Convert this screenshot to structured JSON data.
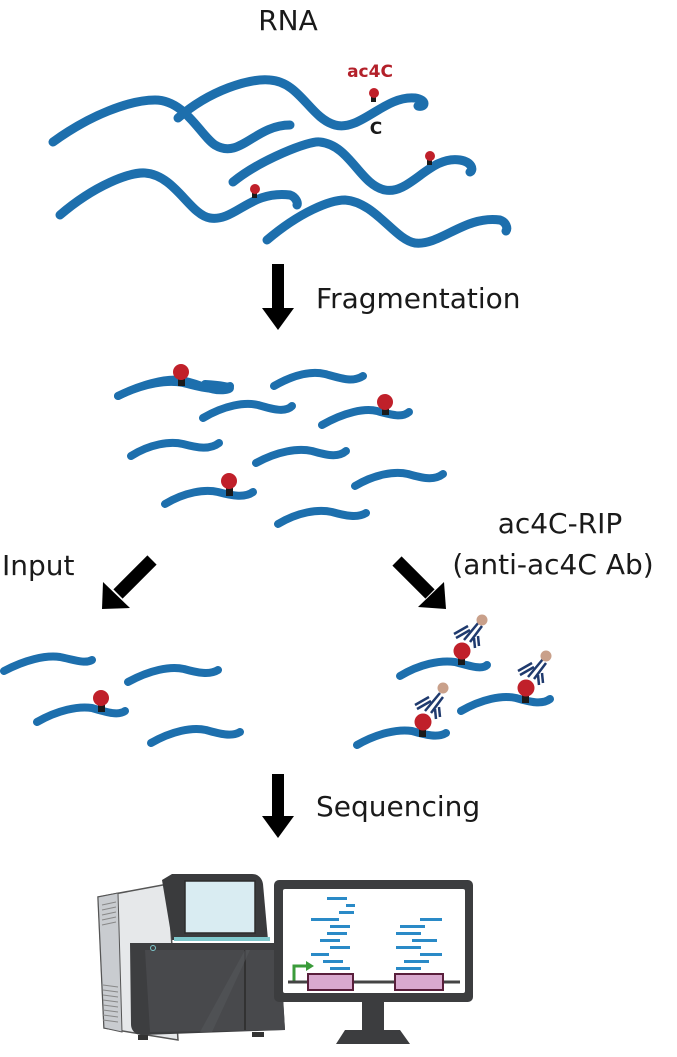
{
  "title": "RNA",
  "labels": {
    "ac4c": "ac4C",
    "c": "C",
    "fragmentation": "Fragmentation",
    "input": "Input",
    "rip_line1": "ac4C-RIP",
    "rip_line2": "(anti-ac4C Ab)",
    "sequencing": "Sequencing"
  },
  "colors": {
    "rna": "#1d6fad",
    "ac4c_mark": "#c0202a",
    "ac4c_label": "#b3202a",
    "antibody": "#1f3a6e",
    "antigen_bead": "#c9a08a",
    "arrow": "#000000",
    "gene_exon": "#d9a9cf",
    "gene_exon_border": "#5a1f3c",
    "promoter": "#3a9b3a",
    "reads": "#2a8ac7"
  },
  "stages": [
    {
      "name": "rna",
      "modified_sites": 3
    },
    {
      "name": "fragmented",
      "fragments": 9,
      "modified_fragments": 3
    },
    {
      "name": "input",
      "fragments": 4,
      "modified_fragments": 1
    },
    {
      "name": "ac4c-rip",
      "fragments": 3,
      "modified_fragments": 3,
      "antibodies_bound": 3
    }
  ],
  "icons": {
    "sequencer": "sequencer-machine-icon",
    "monitor": "monitor-icon"
  }
}
